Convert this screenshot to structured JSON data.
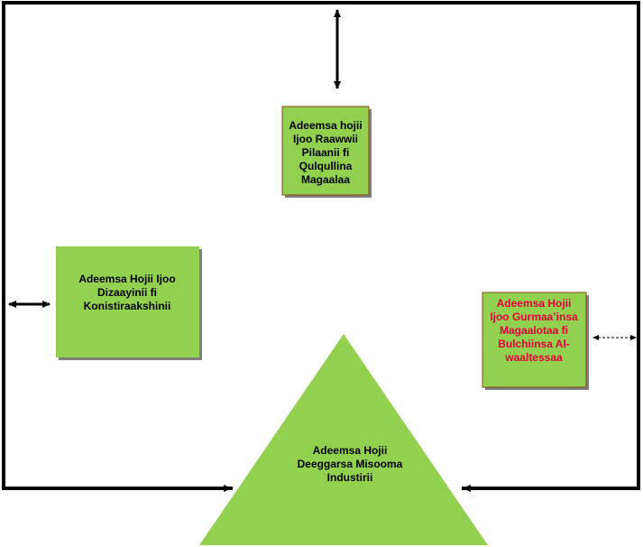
{
  "colors": {
    "box_fill": "#92d050",
    "box_shadow": "#7f7f7f",
    "box_border": "#8b4513",
    "text_dark": "#000000",
    "text_accent": "#e8003d",
    "frame": "#000000"
  },
  "nodes": {
    "top": {
      "lines": [
        "Adeemsa hojii",
        "Ijoo Raawwii",
        "Pilaanii fi",
        "Qulqullina",
        "Magaalaa"
      ]
    },
    "left": {
      "lines": [
        "Adeemsa Hojii Ijoo",
        "Dizaayinii fi",
        "Konistiraakshinii"
      ]
    },
    "right": {
      "lines": [
        "Adeemsa Hojii",
        "Ijoo  Gurmaa’insa",
        "Magaalotaa fi",
        "Bulchiinsa Al-",
        "waaltessaa"
      ]
    },
    "bottom": {
      "lines": [
        "Adeemsa Hojii",
        "Deeggarsa Misooma",
        "Industirii"
      ]
    }
  }
}
